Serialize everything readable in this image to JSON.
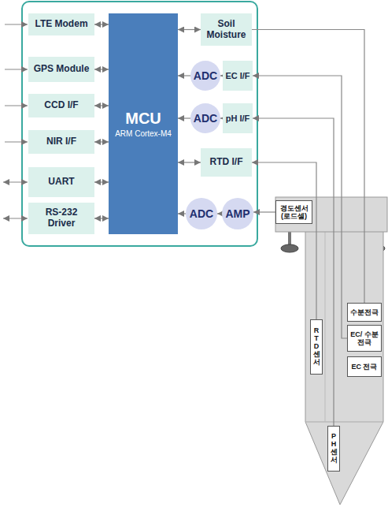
{
  "diagram": {
    "nodes": [
      {
        "text": [
          "LTE Modem"
        ]
      },
      {
        "text": [
          "GPS Module"
        ]
      },
      {
        "text": [
          "CCD I/F"
        ]
      },
      {
        "text": [
          "NIR I/F"
        ]
      },
      {
        "text": [
          "UART"
        ]
      },
      {
        "text": [
          "RS-232 Driver"
        ]
      },
      {
        "text": [
          "MCU",
          "ARM Cortex-M4"
        ]
      },
      {
        "text": [
          "Soil Moisture"
        ]
      },
      {
        "text": [
          "ADC"
        ]
      },
      {
        "text": [
          "EC I/F"
        ]
      },
      {
        "text": [
          "ADC"
        ]
      },
      {
        "text": [
          "pH I/F"
        ]
      },
      {
        "text": [
          "RTD I/F"
        ]
      },
      {
        "text": [
          "ADC"
        ]
      },
      {
        "text": [
          "AMP"
        ]
      },
      {
        "text": [
          "경도센서 (로드셀)"
        ]
      },
      {
        "text": [
          "수분전극"
        ]
      },
      {
        "text": [
          "EC/ 수분전극"
        ]
      },
      {
        "text": [
          "EC 전극"
        ]
      },
      {
        "text": [
          "RTD 센서"
        ]
      },
      {
        "text": [
          "PH 센서"
        ]
      }
    ],
    "edges": [
      {
        "from": 0,
        "to": 6,
        "arrow": "both"
      },
      {
        "from": 1,
        "to": 6,
        "arrow": "both"
      },
      {
        "from": 2,
        "to": 6,
        "arrow": "both"
      },
      {
        "from": 3,
        "to": 6,
        "arrow": "both"
      },
      {
        "from": 4,
        "to": 6,
        "arrow": "both"
      },
      {
        "from": 5,
        "to": 6,
        "arrow": "both"
      },
      {
        "from": 7,
        "to": 6,
        "arrow": "both"
      },
      {
        "from": 8,
        "to": 6,
        "arrow": "to"
      },
      {
        "from": 9,
        "to": 8,
        "arrow": "to"
      },
      {
        "from": 10,
        "to": 6,
        "arrow": "to"
      },
      {
        "from": 11,
        "to": 10,
        "arrow": "to"
      },
      {
        "from": 12,
        "to": 6,
        "arrow": "both"
      },
      {
        "from": 13,
        "to": 6,
        "arrow": "to"
      },
      {
        "from": 14,
        "to": 13,
        "arrow": "to"
      },
      {
        "from": 15,
        "to": 14,
        "arrow": "to"
      },
      {
        "from": 16,
        "to": 7,
        "arrow": "none"
      },
      {
        "from": 17,
        "to": 9,
        "arrow": "to"
      },
      {
        "from": 20,
        "to": 11,
        "arrow": "to"
      },
      {
        "from": 19,
        "to": 12,
        "arrow": "to"
      }
    ]
  }
}
